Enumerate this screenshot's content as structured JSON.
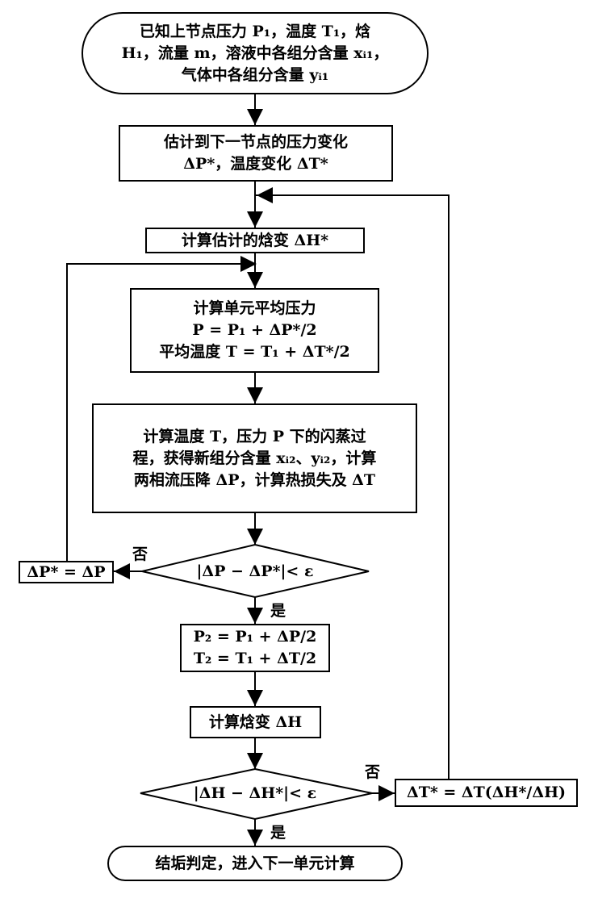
{
  "nodes": {
    "start": [
      "已知上节点压力 P₁，温度 T₁，焓",
      "H₁，流量 m，溶液中各组分含量 xᵢ₁，",
      "气体中各组分含量 yᵢ₁"
    ],
    "estimate": [
      "估计到下一节点的压力变化",
      "ΔP*，温度变化 ΔT*"
    ],
    "enthalpy_est": [
      "计算估计的焓变 ΔH*"
    ],
    "average": [
      "计算单元平均压力",
      "P = P₁ + ΔP*/2",
      "平均温度 T = T₁ + ΔT*/2"
    ],
    "flash": [
      "计算温度 T，压力 P 下的闪蒸过",
      "程，获得新组分含量 xᵢ₂、yᵢ₂，计算",
      "两相流压降 ΔP，计算热损失及 ΔT"
    ],
    "check_p": [
      "|ΔP − ΔP*|< ε"
    ],
    "update_p": [
      "ΔP* = ΔP"
    ],
    "result_pt": [
      "P₂ = P₁ + ΔP/2",
      "T₂ = T₁ + ΔT/2"
    ],
    "enthalpy": [
      "计算焓变 ΔH"
    ],
    "check_h": [
      "|ΔH − ΔH*|< ε"
    ],
    "update_t": [
      "ΔT* = ΔT(ΔH*/ΔH)"
    ],
    "end": [
      "结垢判定，进入下一单元计算"
    ]
  },
  "labels": {
    "no": "否",
    "yes": "是"
  }
}
